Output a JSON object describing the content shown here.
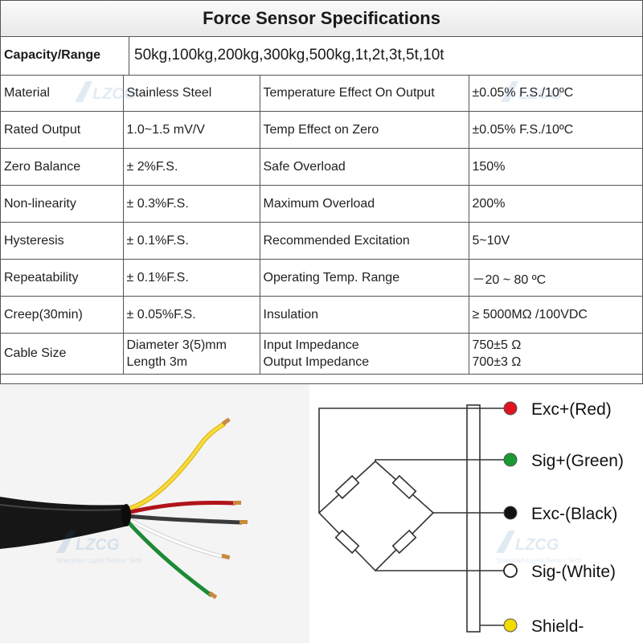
{
  "title": "Force Sensor Specifications",
  "capacity": {
    "label": "Capacity/Range",
    "value": "50kg,100kg,200kg,300kg,500kg,1t,2t,3t,5t,10t"
  },
  "rows": [
    {
      "p1": "Material",
      "v1": "Stainless Steel",
      "p2": "Temperature Effect On Output",
      "v2": "±0.05% F.S./10ºC"
    },
    {
      "p1": "Rated Output",
      "v1": "1.0~1.5 mV/V",
      "p2": "Temp Effect on Zero",
      "v2": "±0.05% F.S./10ºC"
    },
    {
      "p1": "Zero Balance",
      "v1": "± 2%F.S.",
      "p2": "Safe Overload",
      "v2": "150%"
    },
    {
      "p1": "Non-linearity",
      "v1": "± 0.3%F.S.",
      "p2": "Maximum Overload",
      "v2": "200%"
    },
    {
      "p1": "Hysteresis",
      "v1": "± 0.1%F.S.",
      "p2": "Recommended Excitation",
      "v2": "5~10V"
    },
    {
      "p1": "Repeatability",
      "v1": "± 0.1%F.S.",
      "p2": "Operating Temp. Range",
      "v2": "－20 ~ 80 ºC"
    },
    {
      "p1": "Creep(30min)",
      "v1": "± 0.05%F.S.",
      "p2": "Insulation",
      "v2": "≥ 5000MΩ /100VDC"
    }
  ],
  "cable": {
    "label": "Cable Size",
    "v1a": "Diameter 3(5)mm",
    "v1b": "Length 3m",
    "p2a": "Input  Impedance",
    "p2b": "Output  Impedance",
    "v2a": "750±5 Ω",
    "v2b": "700±3 Ω"
  },
  "wiring": [
    {
      "label": "Exc+(Red)",
      "color": "#e0141e",
      "hollow": false
    },
    {
      "label": "Sig+(Green)",
      "color": "#1a9a32",
      "hollow": false
    },
    {
      "label": "Exc-(Black)",
      "color": "#111111",
      "hollow": false
    },
    {
      "label": "Sig-(White)",
      "color": "#ffffff",
      "hollow": true
    },
    {
      "label": "Shield-",
      "color": "#f2dc00",
      "hollow": false
    }
  ],
  "watermark": {
    "brand": "LZCG",
    "tagline": "Shenzhen Ligent Sensor Tech"
  },
  "colors": {
    "wire_red": "#c0151b",
    "wire_green": "#1e8a35",
    "wire_yellow": "#f3d21c",
    "cable": "#1b1b1b"
  }
}
